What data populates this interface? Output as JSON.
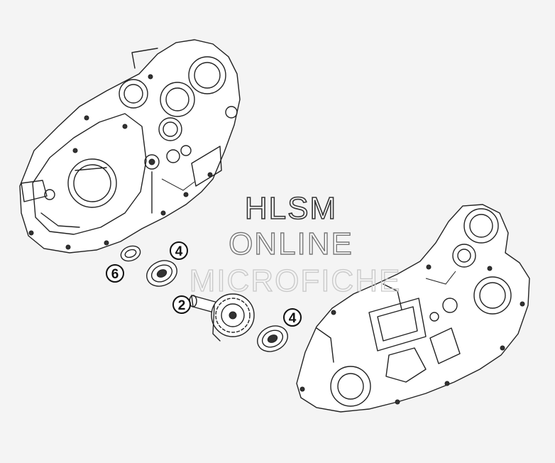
{
  "watermark": {
    "line1": "HLSM",
    "line2": "ONLINE",
    "line3": "MICROFICHE"
  },
  "callouts": [
    {
      "id": "6",
      "label": "6"
    },
    {
      "id": "4a",
      "label": "4"
    },
    {
      "id": "2",
      "label": "2"
    },
    {
      "id": "4b",
      "label": "4"
    }
  ],
  "colors": {
    "background": "#f4f4f4",
    "line": "#222222"
  }
}
